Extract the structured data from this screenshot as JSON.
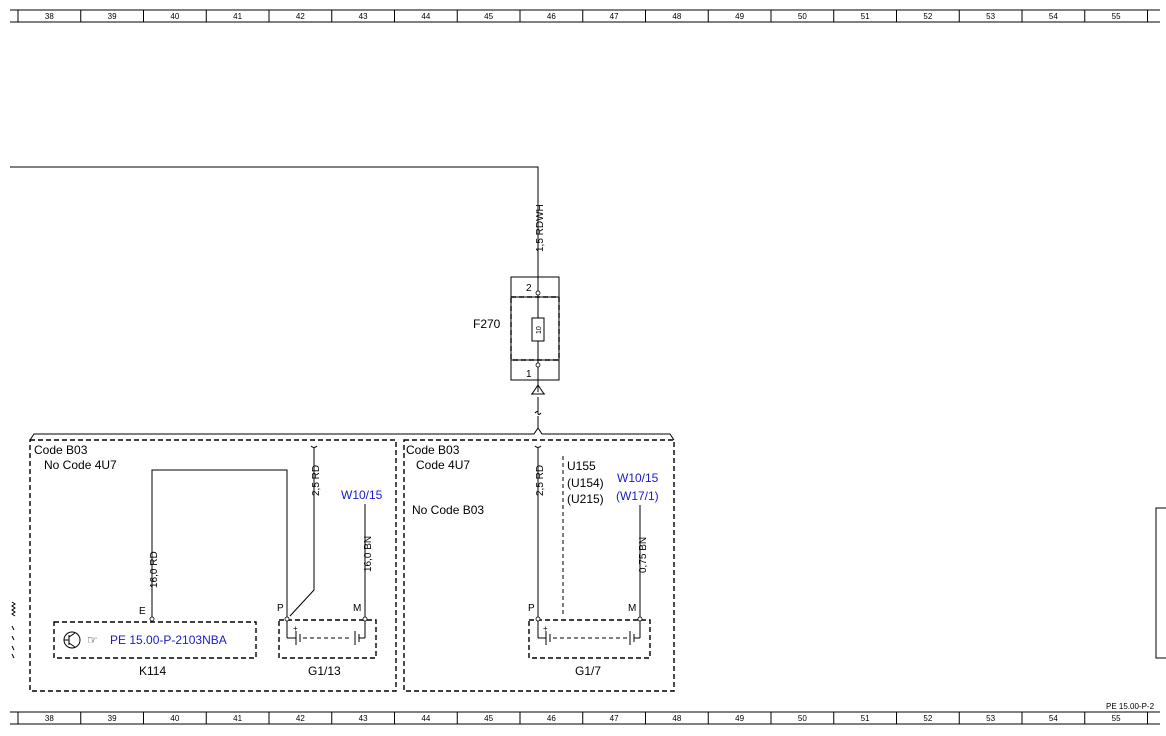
{
  "ruler": {
    "numbers": [
      "38",
      "39",
      "40",
      "41",
      "42",
      "43",
      "44",
      "45",
      "46",
      "47",
      "48",
      "49",
      "50",
      "51",
      "52",
      "53",
      "54",
      "55"
    ]
  },
  "page_ref": "PE 15.00-P-2",
  "fuse": {
    "name": "F270",
    "pin_top": "2",
    "pin_bottom": "1",
    "rating": "10",
    "wire_in": "1,5 RDWH"
  },
  "block_left": {
    "code": "Code B03",
    "condition": "No  Code 4U7",
    "wire_e": "16,0 RD",
    "wire_p": "2,5 RD",
    "wire_m": "16,0 BN",
    "ground": "W10/15",
    "pin_e": "E",
    "pin_p": "P",
    "pin_m": "M",
    "k114_ref": "PE 15.00-P-2103NBA",
    "k114_name": "K114",
    "battery_name": "G1/13"
  },
  "block_right": {
    "code": "Code B03",
    "condition": "Code 4U7",
    "no_code": "No  Code B03",
    "wire_p": "2,5 RD",
    "wire_m": "0,75 BN",
    "unit_1": "U155",
    "unit_2": "(U154)",
    "unit_3": "(U215)",
    "ground_1": "W10/15",
    "ground_2": "(W17/1)",
    "pin_p": "P",
    "pin_m": "M",
    "battery_name": "G1/7"
  }
}
